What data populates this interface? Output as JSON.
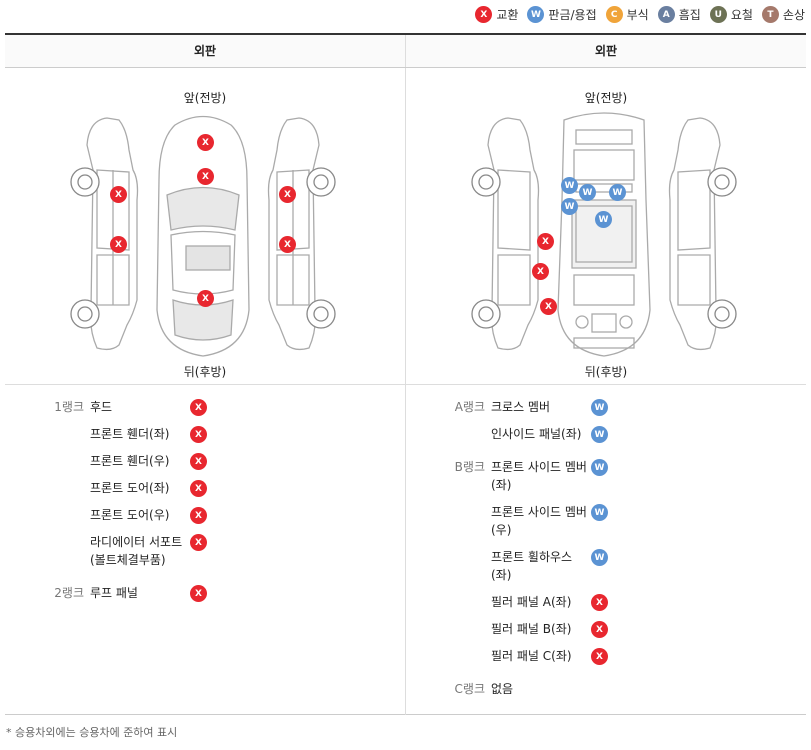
{
  "legend": [
    {
      "symbol": "X",
      "label": "교환",
      "color": "#e8272f"
    },
    {
      "symbol": "W",
      "label": "판금/용접",
      "color": "#5b93d3"
    },
    {
      "symbol": "C",
      "label": "부식",
      "color": "#f0a43a"
    },
    {
      "symbol": "A",
      "label": "흠집",
      "color": "#6a7fa0"
    },
    {
      "symbol": "U",
      "label": "요철",
      "color": "#6d7255"
    },
    {
      "symbol": "T",
      "label": "손상",
      "color": "#a5796b"
    }
  ],
  "left_panel": {
    "title": "외판",
    "front_label": "앞(전방)",
    "rear_label": "뒤(후방)",
    "ranks": [
      {
        "rank": "1랭크",
        "parts": [
          {
            "name": "후드",
            "mark": "X"
          },
          {
            "name": "프론트 휀더(좌)",
            "mark": "X"
          },
          {
            "name": "프론트 휀더(우)",
            "mark": "X"
          },
          {
            "name": "프론트 도어(좌)",
            "mark": "X"
          },
          {
            "name": "프론트 도어(우)",
            "mark": "X"
          },
          {
            "name": "라디에이터 서포트(볼트체결부품)",
            "mark": "X"
          }
        ]
      },
      {
        "rank": "2랭크",
        "parts": [
          {
            "name": "루프 패널",
            "mark": "X"
          }
        ]
      }
    ]
  },
  "right_panel": {
    "title": "외판",
    "front_label": "앞(전방)",
    "rear_label": "뒤(후방)",
    "ranks": [
      {
        "rank": "A랭크",
        "parts": [
          {
            "name": "크로스 멤버",
            "mark": "W"
          },
          {
            "name": "인사이드 패널(좌)",
            "mark": "W"
          }
        ]
      },
      {
        "rank": "B랭크",
        "parts": [
          {
            "name": "프론트 사이드 멤버(좌)",
            "mark": "W"
          },
          {
            "name": "프론트 사이드 멤버(우)",
            "mark": "W"
          },
          {
            "name": "프론트 휠하우스(좌)",
            "mark": "W"
          },
          {
            "name": "필러 패널 A(좌)",
            "mark": "X"
          },
          {
            "name": "필러 패널 B(좌)",
            "mark": "X"
          },
          {
            "name": "필러 패널 C(좌)",
            "mark": "X"
          }
        ]
      },
      {
        "rank": "C랭크",
        "parts": [
          {
            "name": "없음",
            "mark": ""
          }
        ]
      }
    ]
  },
  "footnote": "* 승용차외에는 승용차에 준하여 표시"
}
